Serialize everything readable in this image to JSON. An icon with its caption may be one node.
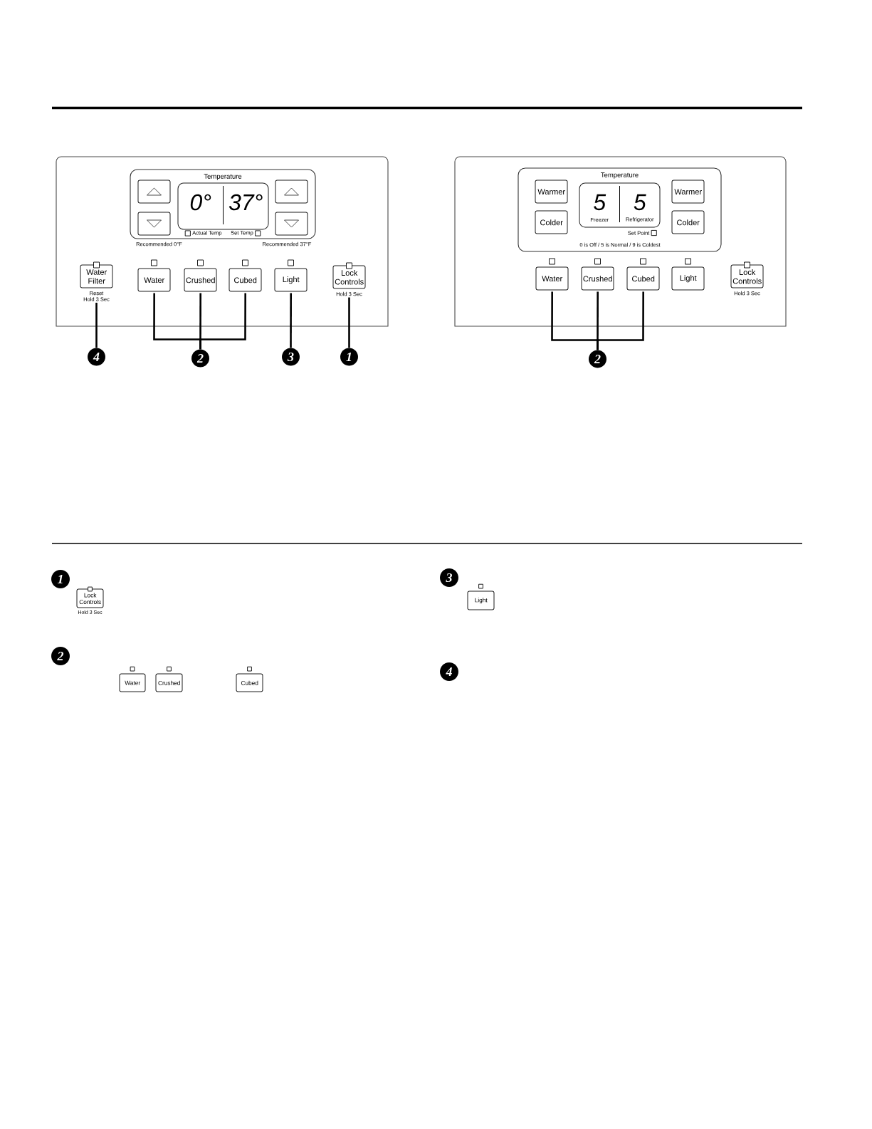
{
  "diagram": {
    "nodes": [
      {
        "text": [],
        "shape": "box"
      },
      {
        "text": [
          "Temperature"
        ],
        "in": 0
      },
      {
        "text": [],
        "shape": "box",
        "in": 1
      },
      {
        "text": [],
        "shape": "box",
        "in": 1
      },
      {
        "text": [
          "0°",
          "37°"
        ],
        "beside": [
          "Actual Temp",
          "Set Temp"
        ],
        "in": 1
      },
      {
        "text": [],
        "shape": "box",
        "in": 1
      },
      {
        "text": [],
        "shape": "box",
        "in": 1
      },
      {
        "text": [
          "Water Filter"
        ],
        "beside": [
          "Reset",
          "Hold 3 Sec"
        ],
        "in": 0
      },
      {
        "text": [
          "Water"
        ],
        "in": 0
      },
      {
        "text": [
          "Crushed"
        ],
        "in": 0
      },
      {
        "text": [
          "Cubed"
        ],
        "in": 0
      },
      {
        "text": [
          "Light"
        ],
        "in": 0
      },
      {
        "text": [
          "Lock Controls"
        ],
        "beside": [
          "Hold 3 Sec"
        ],
        "in": 0
      },
      {
        "text": [
          "4"
        ]
      },
      {
        "text": [
          "2"
        ]
      },
      {
        "text": [
          "3"
        ]
      },
      {
        "text": [
          "1"
        ]
      },
      {
        "text": [],
        "shape": "box"
      },
      {
        "text": [
          "Temperature"
        ],
        "in": 17
      },
      {
        "text": [
          "Warmer"
        ],
        "in": 18
      },
      {
        "text": [
          "Colder"
        ],
        "in": 18
      },
      {
        "text": [
          "5",
          "5",
          "Freezer",
          "Refrigerator"
        ],
        "beside": [
          "Set Point"
        ],
        "in": 18
      },
      {
        "text": [
          "Warmer"
        ],
        "in": 18
      },
      {
        "text": [
          "Colder"
        ],
        "in": 18
      },
      {
        "text": [
          "Water"
        ],
        "in": 17
      },
      {
        "text": [
          "Crushed"
        ],
        "in": 17
      },
      {
        "text": [
          "Cubed"
        ],
        "in": 17
      },
      {
        "text": [
          "Light"
        ],
        "in": 17
      },
      {
        "text": [
          "Lock Controls"
        ],
        "beside": [
          "Hold 3 Sec"
        ],
        "in": 17
      },
      {
        "text": [
          "2"
        ]
      },
      {
        "text": [
          "1"
        ]
      },
      {
        "text": [
          "Lock Controls"
        ],
        "beside": [
          "Hold 3 Sec"
        ]
      },
      {
        "text": [
          "2"
        ]
      },
      {
        "text": [
          "Water"
        ]
      },
      {
        "text": [
          "Crushed"
        ]
      },
      {
        "text": [
          "Cubed"
        ]
      },
      {
        "text": [
          "3"
        ]
      },
      {
        "text": [
          "Light"
        ]
      },
      {
        "text": [
          "4"
        ]
      }
    ],
    "edges": [
      {
        "from": 7,
        "to": 13,
        "arrow": "none"
      },
      {
        "from": 8,
        "to": 14,
        "arrow": "none"
      },
      {
        "from": 9,
        "to": 14,
        "arrow": "none"
      },
      {
        "from": 10,
        "to": 14,
        "arrow": "none"
      },
      {
        "from": 11,
        "to": 15,
        "arrow": "none"
      },
      {
        "from": 12,
        "to": 16,
        "arrow": "none"
      },
      {
        "from": 24,
        "to": 29,
        "arrow": "none"
      },
      {
        "from": 25,
        "to": 29,
        "arrow": "none"
      },
      {
        "from": 26,
        "to": 29,
        "arrow": "none"
      }
    ],
    "labels": [
      "Recommended 0°F",
      "Recommended 37°F",
      "0 is Off / 5 is Normal / 9 is Coldest"
    ]
  }
}
